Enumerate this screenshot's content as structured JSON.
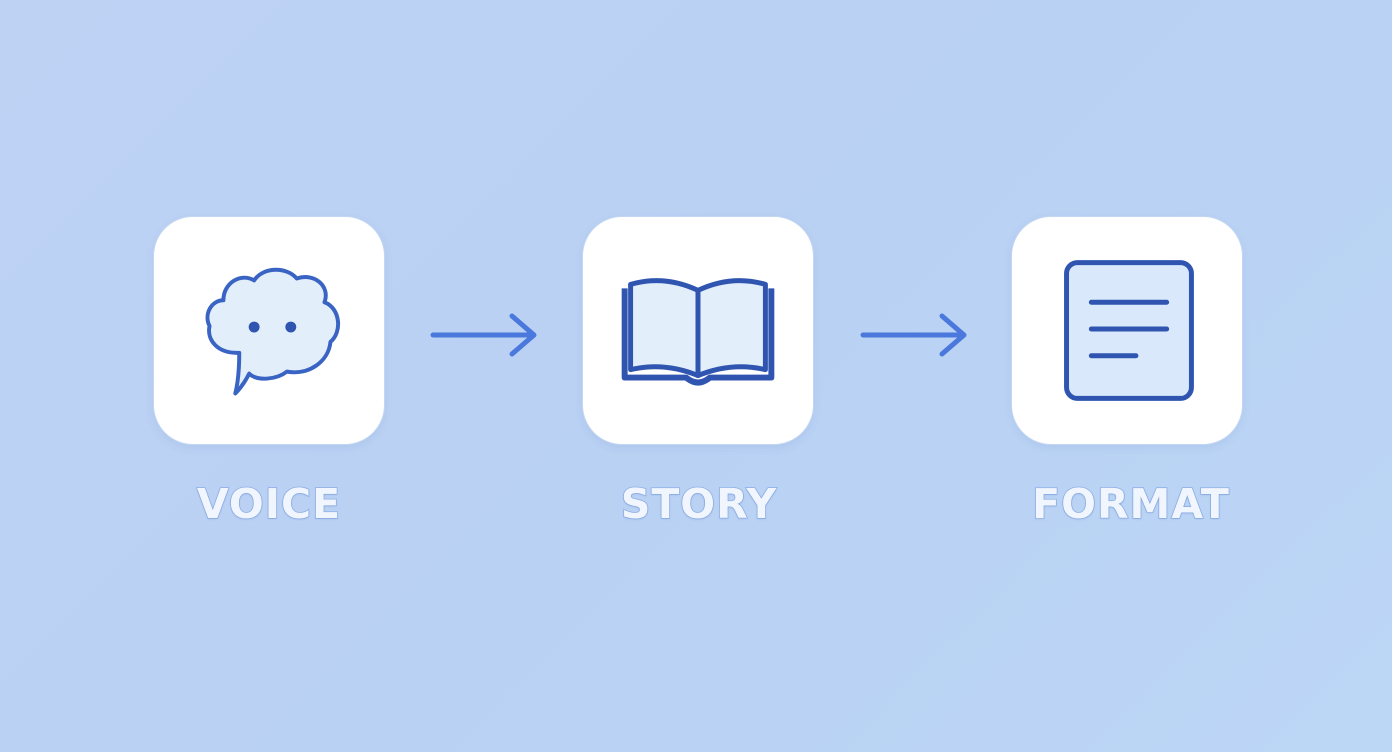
{
  "steps": [
    {
      "label": "VOICE",
      "icon": "speech-bubble-icon"
    },
    {
      "label": "STORY",
      "icon": "open-book-icon"
    },
    {
      "label": "FORMAT",
      "icon": "document-icon"
    }
  ],
  "colors": {
    "background": "#bcd3f4",
    "card": "#ffffff",
    "icon_stroke": "#2f55b0",
    "icon_fill": "#e3eefb",
    "arrow": "#4a78dd",
    "label_fill": "#f1f6fe",
    "label_stroke": "#8fb0e6"
  }
}
